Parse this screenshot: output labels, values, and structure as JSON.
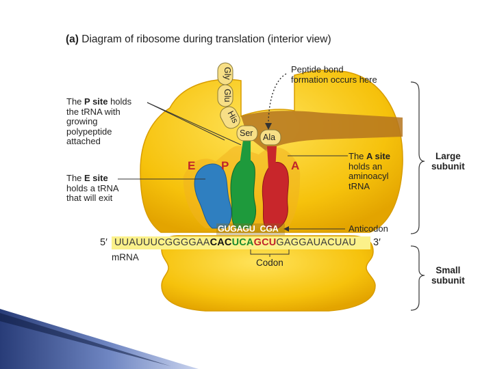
{
  "title": {
    "prefix": "(a)",
    "text": "Diagram of ribosome during translation (interior view)"
  },
  "labels": {
    "peptide_bond": [
      "Peptide bond",
      "formation occurs here"
    ],
    "p_site": {
      "pre": "The ",
      "bold": "P site",
      "post": " holds",
      "rest": [
        "the tRNA with",
        "growing",
        "polypeptide",
        "attached"
      ]
    },
    "e_site": {
      "pre": "The ",
      "bold": "E site",
      "rest": [
        "holds a tRNA",
        "that will exit"
      ]
    },
    "a_site": {
      "pre": "The ",
      "bold": "A site",
      "rest": [
        "holds an",
        "aminoacyl",
        "tRNA"
      ]
    },
    "anticodon": "Anticodon",
    "codon": "Codon",
    "mrna": "mRNA",
    "five_prime": "5′",
    "three_prime": "3′",
    "large_subunit": [
      "Large",
      "subunit"
    ],
    "small_subunit": [
      "Small",
      "subunit"
    ]
  },
  "sites": {
    "e": "E",
    "p": "P",
    "a": "A"
  },
  "amino_acids": [
    "Gly",
    "Glu",
    "His",
    "Ser",
    "Ala"
  ],
  "anticodon_seq": {
    "e": "GUG",
    "p": "AGU",
    "a": "CGA"
  },
  "mrna_seq": {
    "leader": "UUAUUUCGGGGAA",
    "codon_e": "CAC",
    "codon_p": "UCA",
    "codon_a": "GCU",
    "trailer": "GAGGAUACUAU"
  },
  "colors": {
    "ribosome": "#f6c90e",
    "ribosome_edge": "#e0a800",
    "tunnel": "#b5751f",
    "e_trna": "#2f7fc0",
    "p_trna": "#1e9a3c",
    "a_trna": "#c8262b",
    "mrna_band": "#fbf18a"
  }
}
